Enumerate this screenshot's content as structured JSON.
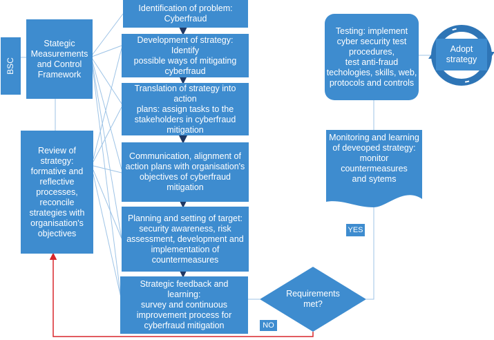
{
  "nodes": {
    "bsc": "BSC",
    "framework": "Stategic\nMeasurements\nand Control\nFramework",
    "review": "Review of\nstrategy:\nformative and\nreflective\nprocesses,\nreconcile\nstrategies with\norganisation's\nobjectives",
    "step1": "Identification of problem:\nCyberfraud",
    "step2": "Development of strategy:  Identify\npossible ways of mitigating\ncyberfraud",
    "step3": "Translation of strategy into action\nplans: assign tasks to the\nstakeholders in  cyberfraud\nmitigation",
    "step4": "Communication, alignment of\naction plans with organisation's\nobjectives  of cyberfraud\nmitigation",
    "step5": "Planning and setting of target:\nsecurity awareness, risk\nassessment, development and\nimplementation of\ncountermeasures",
    "step6": "Strategic feedback and learning:\nsurvey and continuous\nimprovement process for\ncyberfraud mitigation",
    "decision": "Requirements\nmet?",
    "testing": "Testing: implement\ncyber security test\nprocedures,\ntest anti-fraud\ntechologies, skills, web,\nprotocols and controls",
    "adopt": "Adopt\nstrategy",
    "monitoring": "Monitoring and learning\nof deveoped strategy:\nmonitor countermeasures\nand sytems"
  },
  "edge_labels": {
    "yes": "YES",
    "no": "NO"
  },
  "colors": {
    "box_fill": "#3e8ccf",
    "connector": "#9dc3e6",
    "arrow": "#1f3864",
    "no_path": "#d9262b",
    "cycle": "#2e75b6"
  }
}
